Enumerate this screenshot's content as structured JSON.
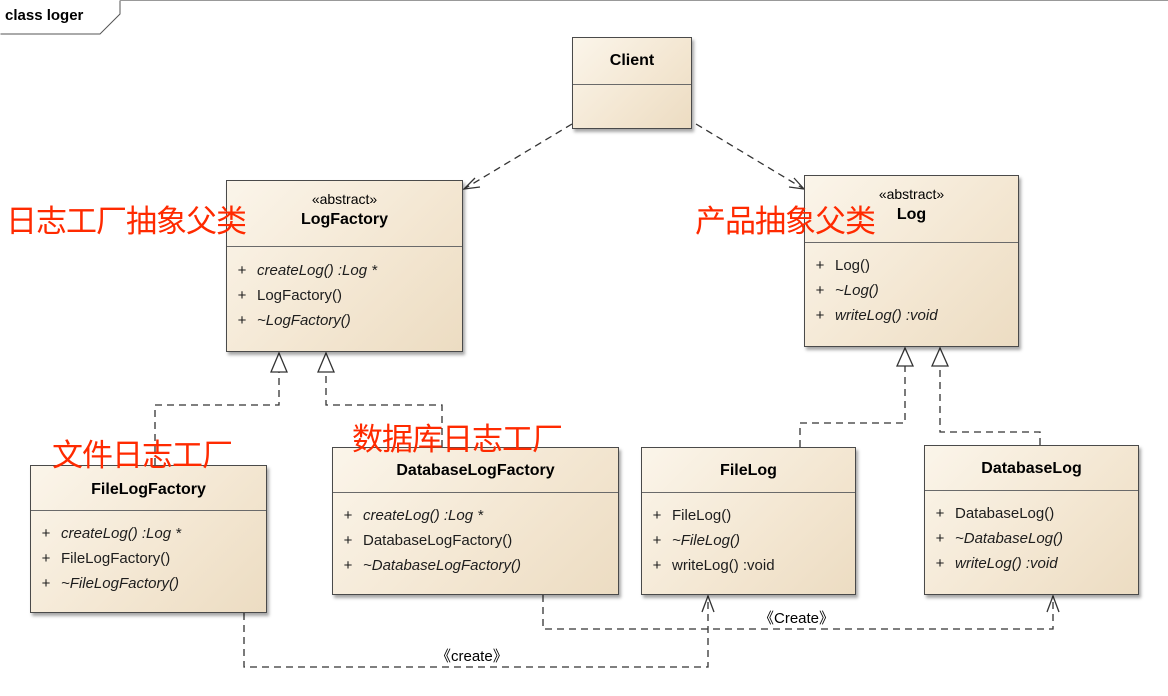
{
  "diagram": {
    "frame_label": "class loger",
    "classes": {
      "client": {
        "name": "Client",
        "stereotype": "",
        "operations": []
      },
      "log_factory": {
        "name": "LogFactory",
        "stereotype": "«abstract»",
        "operations": [
          {
            "vis": "+",
            "text": "createLog()  :Log *",
            "italic": true
          },
          {
            "vis": "+",
            "text": "LogFactory()",
            "italic": false
          },
          {
            "vis": "+",
            "text": "~LogFactory()",
            "italic": true
          }
        ]
      },
      "log": {
        "name": "Log",
        "stereotype": "«abstract»",
        "operations": [
          {
            "vis": "+",
            "text": "Log()",
            "italic": false
          },
          {
            "vis": "+",
            "text": "~Log()",
            "italic": true
          },
          {
            "vis": "+",
            "text": "writeLog()  :void",
            "italic": true
          }
        ]
      },
      "file_log_factory": {
        "name": "FileLogFactory",
        "stereotype": "",
        "operations": [
          {
            "vis": "+",
            "text": "createLog()  :Log *",
            "italic": true
          },
          {
            "vis": "+",
            "text": "FileLogFactory()",
            "italic": false
          },
          {
            "vis": "+",
            "text": "~FileLogFactory()",
            "italic": true
          }
        ]
      },
      "database_log_factory": {
        "name": "DatabaseLogFactory",
        "stereotype": "",
        "operations": [
          {
            "vis": "+",
            "text": "createLog()  :Log *",
            "italic": true
          },
          {
            "vis": "+",
            "text": "DatabaseLogFactory()",
            "italic": false
          },
          {
            "vis": "+",
            "text": "~DatabaseLogFactory()",
            "italic": true
          }
        ]
      },
      "file_log": {
        "name": "FileLog",
        "stereotype": "",
        "operations": [
          {
            "vis": "+",
            "text": "FileLog()",
            "italic": false
          },
          {
            "vis": "+",
            "text": "~FileLog()",
            "italic": true
          },
          {
            "vis": "+",
            "text": "writeLog()  :void",
            "italic": false
          }
        ]
      },
      "database_log": {
        "name": "DatabaseLog",
        "stereotype": "",
        "operations": [
          {
            "vis": "+",
            "text": "DatabaseLog()",
            "italic": false
          },
          {
            "vis": "+",
            "text": "~DatabaseLog()",
            "italic": true
          },
          {
            "vis": "+",
            "text": "writeLog()  :void",
            "italic": true
          }
        ]
      }
    },
    "connector_labels": {
      "create_upper": "《Create》",
      "create_lower": "《create》"
    },
    "annotations": {
      "log_factory_note": "日志工厂抽象父类",
      "log_note": "产品抽象父类",
      "file_log_factory_note": "文件日志工厂",
      "database_log_factory_note": "数据库日志工厂"
    },
    "colors": {
      "annotation_text": "#ff2a00",
      "class_fill": "#f3e6d1",
      "line": "#333333"
    }
  }
}
